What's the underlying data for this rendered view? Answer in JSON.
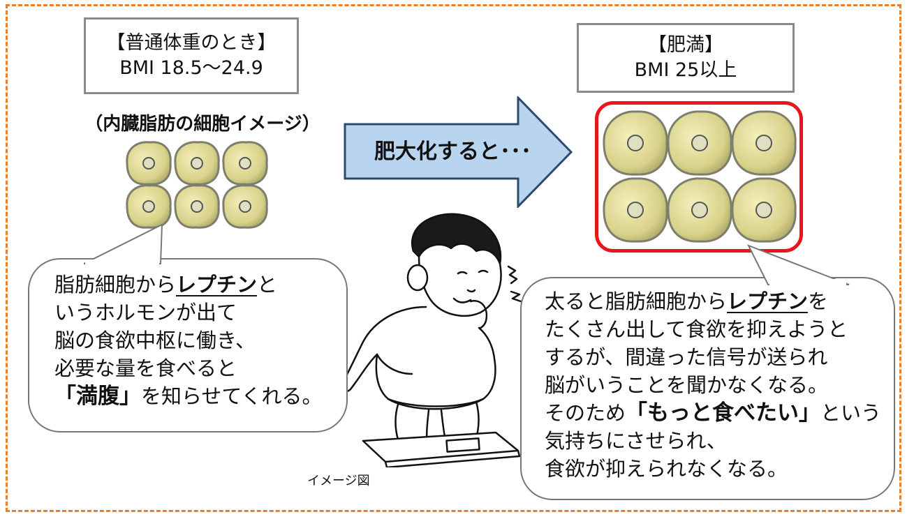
{
  "normal": {
    "title": "【普通体重のとき】",
    "bmi": "BMI 18.5〜24.9",
    "caption": "（内臓脂肪の細胞イメージ）",
    "bubble": {
      "line1_a": "脂肪細胞から",
      "line1_b": "レプチン",
      "line1_c": "と",
      "line2": "いうホルモンが出て",
      "line3": "脳の食欲中枢に働き、",
      "line4": "必要な量を食べると",
      "line5_a": "「満腹」",
      "line5_b": "を知らせてくれる。"
    }
  },
  "obese": {
    "title": "【肥満】",
    "bmi": "BMI 25以上",
    "bubble": {
      "line1_a": "太ると脂肪細胞から",
      "line1_b": "レプチン",
      "line1_c": "を",
      "line2": "たくさん出して食欲を抑えようと",
      "line3": "するが、間違った信号が送られ",
      "line4": "脳がいうことを聞かなくなる。",
      "line5_a": "そのため",
      "line5_b": "「もっと食べたい」",
      "line5_c": "という",
      "line6": "気持ちにさせられ、",
      "line7": "食欲が抑えられなくなる。"
    }
  },
  "arrow_label": "肥大化すると･･･",
  "image_caption": "イメージ図",
  "colors": {
    "frame": "#e87f2c",
    "cell_fill": "#d8d28a",
    "cell_edge": "#8e8e7a",
    "highlight_border": "#e8161a",
    "arrow_fill": "#b8d4ef",
    "arrow_edge": "#2e4a6a"
  }
}
